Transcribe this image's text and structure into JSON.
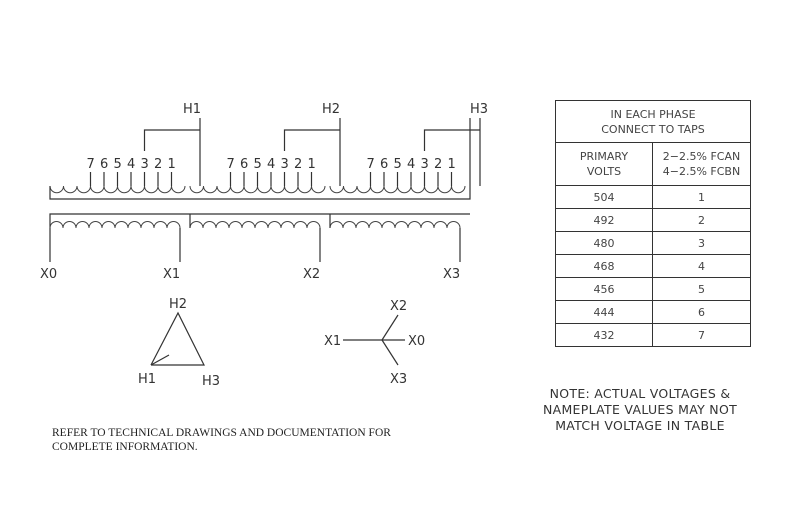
{
  "primary": {
    "terminals": [
      "H1",
      "H2",
      "H3"
    ],
    "tap_numbers": [
      "7",
      "6",
      "5",
      "4",
      "3",
      "2",
      "1"
    ],
    "connected_tap": "3"
  },
  "secondary": {
    "terminals": [
      "X0",
      "X1",
      "X2",
      "X3"
    ]
  },
  "delta_symbol": {
    "top": "H2",
    "bottom_left": "H1",
    "bottom_right": "H3"
  },
  "wye_symbol": {
    "left": "X1",
    "right": "X0",
    "top": "X2",
    "bottom": "X3"
  },
  "tap_table": {
    "title_line1": "IN EACH PHASE",
    "title_line2": "CONNECT TO TAPS",
    "col1_header_line1": "PRIMARY",
    "col1_header_line2": "VOLTS",
    "col2_header_line1": "2−2.5%  FCAN",
    "col2_header_line2": "4−2.5%  FCBN",
    "rows": [
      {
        "volts": "504",
        "tap": "1"
      },
      {
        "volts": "492",
        "tap": "2"
      },
      {
        "volts": "480",
        "tap": "3"
      },
      {
        "volts": "468",
        "tap": "4"
      },
      {
        "volts": "456",
        "tap": "5"
      },
      {
        "volts": "444",
        "tap": "6"
      },
      {
        "volts": "432",
        "tap": "7"
      }
    ]
  },
  "note": {
    "line1": "NOTE: ACTUAL VOLTAGES &",
    "line2": "NAMEPLATE VALUES MAY NOT",
    "line3": "MATCH VOLTAGE IN TABLE"
  },
  "refer": {
    "line1": "REFER TO TECHNICAL DRAWINGS AND DOCUMENTATION FOR",
    "line2": "COMPLETE INFORMATION."
  }
}
